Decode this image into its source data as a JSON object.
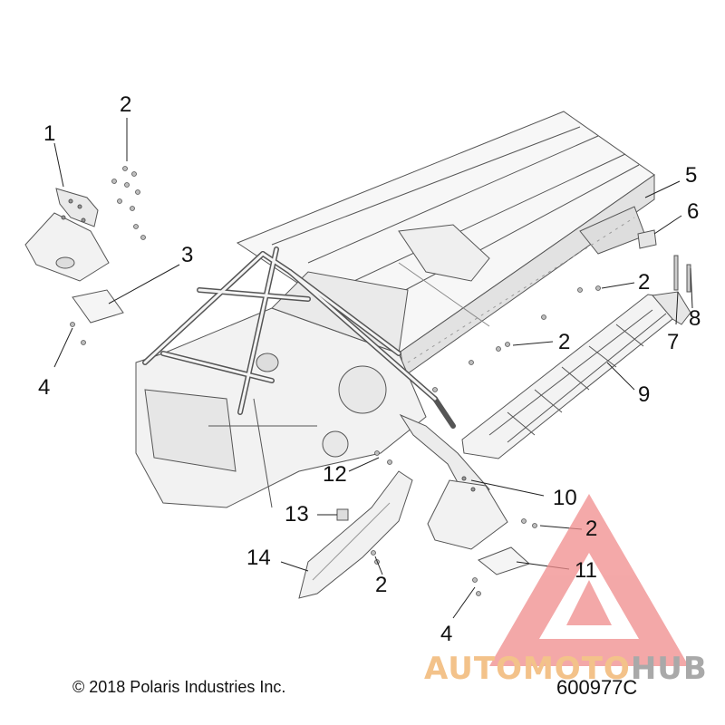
{
  "diagram": {
    "callouts": [
      {
        "id": "c1",
        "label": "1"
      },
      {
        "id": "c2a",
        "label": "2"
      },
      {
        "id": "c3",
        "label": "3"
      },
      {
        "id": "c4a",
        "label": "4"
      },
      {
        "id": "c5",
        "label": "5"
      },
      {
        "id": "c6",
        "label": "6"
      },
      {
        "id": "c2b",
        "label": "2"
      },
      {
        "id": "c8",
        "label": "8"
      },
      {
        "id": "c7",
        "label": "7"
      },
      {
        "id": "c2c",
        "label": "2"
      },
      {
        "id": "c9",
        "label": "9"
      },
      {
        "id": "c12",
        "label": "12"
      },
      {
        "id": "c10",
        "label": "10"
      },
      {
        "id": "c13",
        "label": "13"
      },
      {
        "id": "c2d",
        "label": "2"
      },
      {
        "id": "c14",
        "label": "14"
      },
      {
        "id": "c2e",
        "label": "2"
      },
      {
        "id": "c11",
        "label": "11"
      },
      {
        "id": "c4b",
        "label": "4"
      }
    ],
    "copyright": "© 2018 Polaris Industries Inc.",
    "figure_id": "600977C"
  },
  "watermark": {
    "part1": "AUTOMOTO",
    "part2": "HUB",
    "colors": {
      "triangle": "#f08c8c",
      "part1": "#f3c28a",
      "part2": "#a9a9a9"
    }
  }
}
